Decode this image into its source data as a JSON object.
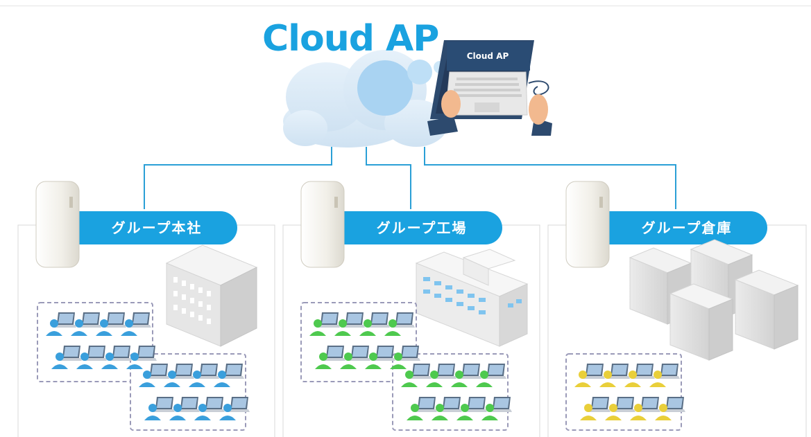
{
  "title": "Cloud AP",
  "laptop_screen_text": "Cloud AP",
  "colors": {
    "brand": "#1aa2e0",
    "line": "#2a9fd6",
    "cloud": "#d6e7f5",
    "hq_users": "#3a9fdc",
    "factory_users": "#4ec94e",
    "warehouse_users": "#e9cf3a"
  },
  "sites": [
    {
      "label": "グループ本社",
      "building": "office-building-icon",
      "user_color": "hq_users"
    },
    {
      "label": "グループ工場",
      "building": "factory-icon",
      "user_color": "factory_users"
    },
    {
      "label": "グループ倉庫",
      "building": "warehouse-icon",
      "user_color": "warehouse_users"
    }
  ]
}
